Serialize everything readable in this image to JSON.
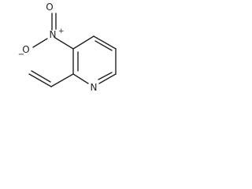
{
  "molecule": {
    "atoms": {
      "nitro_oxygen_top": {
        "symbol": "O"
      },
      "nitro_nitrogen": {
        "symbol": "N",
        "charge": "+"
      },
      "nitro_oxygen_left": {
        "symbol": "O",
        "charge": "−"
      },
      "ring_nitrogen": {
        "symbol": "N"
      }
    }
  }
}
